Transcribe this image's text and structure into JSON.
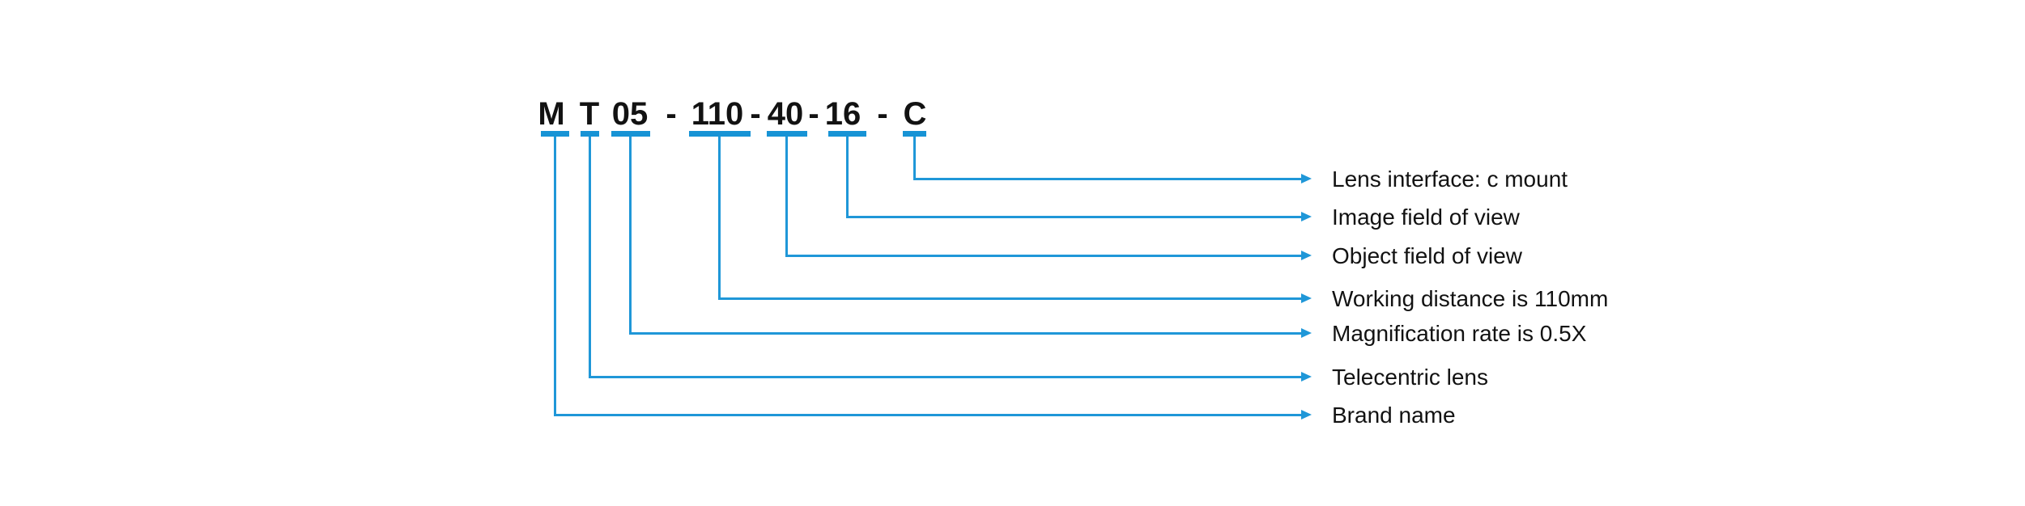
{
  "colors": {
    "accent_blue": "#1793d5",
    "text_dark": "#121212",
    "background": "#ffffff"
  },
  "model_code": {
    "full_text": "M T 05 - 110-40-16 - C",
    "segments": [
      {
        "text": "M"
      },
      {
        "text": "T"
      },
      {
        "text": "05"
      },
      {
        "text": "-"
      },
      {
        "text": "110"
      },
      {
        "text": "-"
      },
      {
        "text": "40"
      },
      {
        "text": "-"
      },
      {
        "text": "16"
      },
      {
        "text": "-"
      },
      {
        "text": "C"
      }
    ]
  },
  "legend": [
    {
      "code_part": "C",
      "label": "Lens interface: c mount"
    },
    {
      "code_part": "16",
      "label": "Image field of view"
    },
    {
      "code_part": "40",
      "label": "Object field of view"
    },
    {
      "code_part": "110",
      "label": "Working distance is 110mm"
    },
    {
      "code_part": "05",
      "label": "Magnification rate is 0.5X"
    },
    {
      "code_part": "T",
      "label": "Telecentric lens"
    },
    {
      "code_part": "M",
      "label": "Brand name"
    }
  ]
}
